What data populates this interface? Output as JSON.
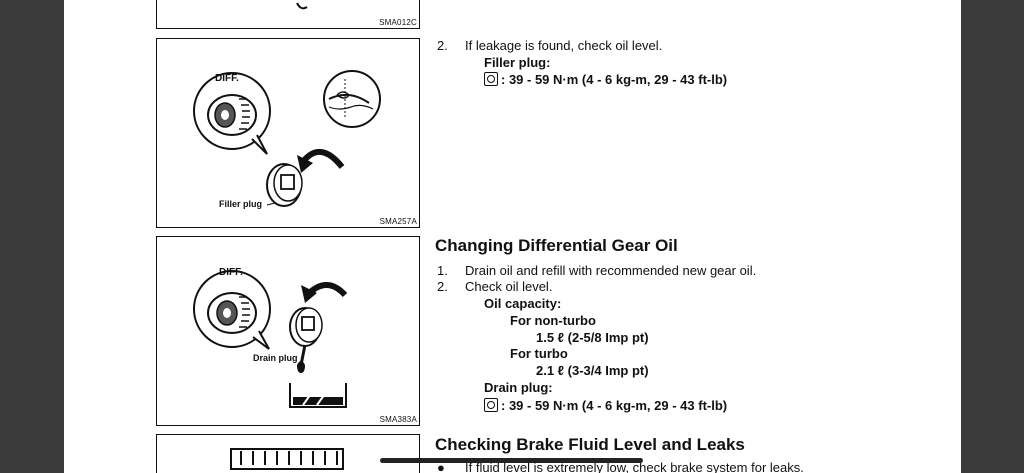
{
  "figures": [
    {
      "code": "SMA012C"
    },
    {
      "code": "SMA257A",
      "diff_label": "DIFF.",
      "plug_label": "Filler plug"
    },
    {
      "code": "SMA383A",
      "diff_label": "DIFF.",
      "plug_label": "Drain plug"
    }
  ],
  "section1": {
    "step_num": "2.",
    "step_text": "If leakage is found, check oil level.",
    "plug_title": "Filler plug:",
    "torque": ": 39 - 59 N·m (4 - 6 kg-m, 29 - 43 ft-lb)"
  },
  "section2": {
    "heading": "Changing Differential Gear Oil",
    "step1_num": "1.",
    "step1_text": "Drain oil and refill with recommended new gear oil.",
    "step2_num": "2.",
    "step2_text": "Check oil level.",
    "capacity_title": "Oil capacity:",
    "nonturbo_label": "For non-turbo",
    "nonturbo_value": "1.5 ℓ (2-5/8 Imp pt)",
    "turbo_label": "For turbo",
    "turbo_value": "2.1 ℓ (3-3/4 Imp pt)",
    "drain_title": "Drain plug:",
    "torque": ": 39 - 59 N·m (4 - 6 kg-m, 29 - 43 ft-lb)"
  },
  "section3": {
    "heading": "Checking Brake Fluid Level and Leaks",
    "bullet": "●",
    "bullet_text": "If fluid level is extremely low, check brake system for leaks."
  }
}
